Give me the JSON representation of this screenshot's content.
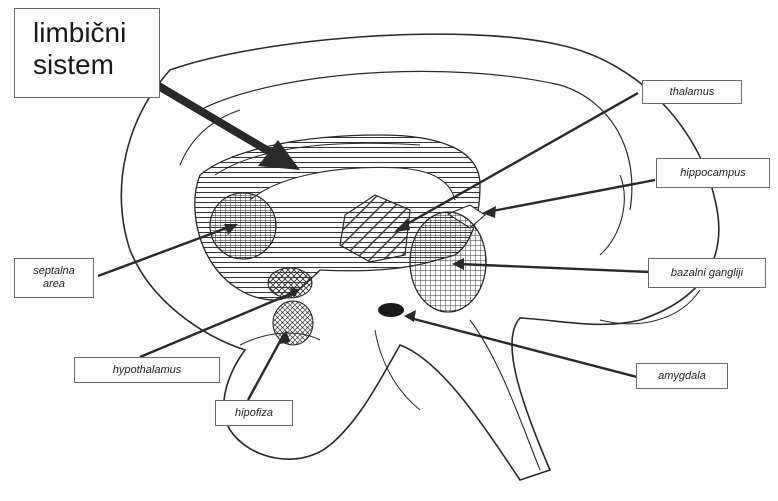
{
  "title": {
    "line1": "limbični",
    "line2": "sistem"
  },
  "labels": {
    "thalamus": "thalamus",
    "hippocampus": "hippocampus",
    "septalna_line1": "septalna",
    "septalna_line2": "area",
    "bazalni": "bazalni gangliji",
    "hypothalamus": "hypothalamus",
    "amygdala": "amygdala",
    "hipofiza": "hipofiza"
  },
  "colors": {
    "ink": "#2a2a2a",
    "paper": "#ffffff"
  }
}
